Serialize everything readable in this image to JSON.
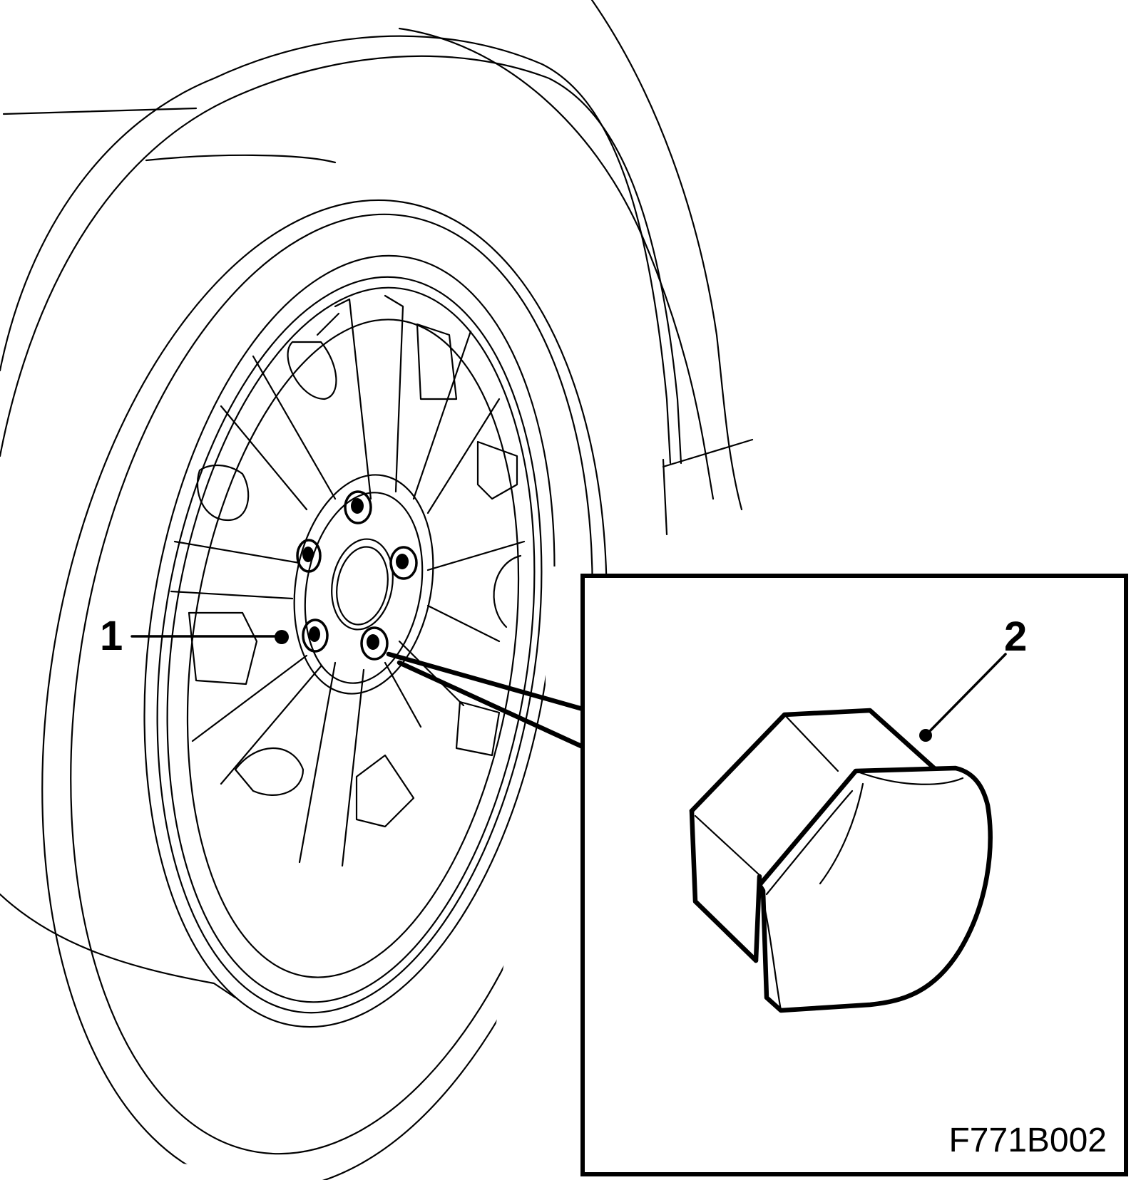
{
  "callouts": {
    "item_1": "1",
    "item_2": "2"
  },
  "figure_code": "F771B002",
  "colors": {
    "ink": "#000000",
    "paper": "#ffffff"
  }
}
